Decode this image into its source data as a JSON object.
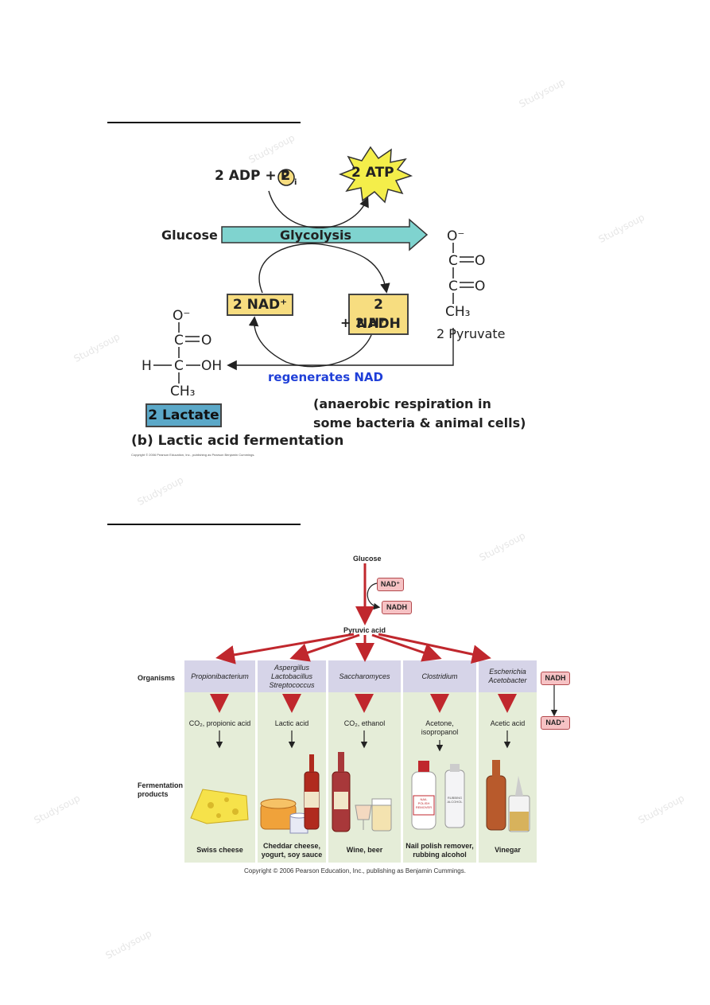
{
  "top_figure": {
    "adp_label": "2 ADP + 2",
    "pi_symbol": "P",
    "pi_sub": "i",
    "atp_label": "2 ATP",
    "glucose_label": "Glucose",
    "glycolysis_label": "Glycolysis",
    "nad_plus_label": "2 NAD⁺",
    "nadh_label": "2 NADH",
    "h_plus_label": "+ 2 H⁺",
    "pyruvate": {
      "o_minus": "O⁻",
      "c1": "C",
      "o1": "O",
      "c2": "C",
      "o2": "O",
      "ch3": "CH₃",
      "name": "2 Pyruvate"
    },
    "lactate": {
      "o_minus": "O⁻",
      "c1": "C",
      "o1": "O",
      "h": "H",
      "c2": "C",
      "oh": "OH",
      "ch3": "CH₃",
      "name": "2 Lactate"
    },
    "regenerates_label": "regenerates NAD",
    "note_line1": "(anaerobic respiration in",
    "note_line2": "some bacteria & animal cells)",
    "caption": "(b) Lactic acid fermentation",
    "copyright": "Copyright © 2006 Pearson Education, Inc., publishing as Pearson Benjamin Cummings."
  },
  "bottom_figure": {
    "glucose_label": "Glucose",
    "nad_plus": "NAD⁺",
    "nadh": "NADH",
    "pyruvic_label": "Pyruvic acid",
    "organisms_label": "Organisms",
    "fermentation_label_1": "Fermentation",
    "fermentation_label_2": "products",
    "columns": [
      {
        "organism": "Propionibacterium",
        "product": "CO₂, propionic acid",
        "food": "Swiss cheese"
      },
      {
        "organism": "Aspergillus\nLactobacillus\nStreptococcus",
        "product": "Lactic acid",
        "food": "Cheddar cheese,\nyogurt, soy sauce"
      },
      {
        "organism": "Saccharomyces",
        "product": "CO₂, ethanol",
        "food": "Wine, beer"
      },
      {
        "organism": "Clostridium",
        "product": "Acetone,\nisopropanol",
        "food": "Nail polish remover,\nrubbing alcohol"
      },
      {
        "organism": "Escherichia\nAcetobacter",
        "product": "Acetic acid",
        "food": "Vinegar"
      }
    ],
    "side_nadh": "NADH",
    "side_nad_plus": "NAD⁺",
    "bottle_label_nail": "NAIL\nPOLISH\nREMOVER",
    "bottle_label_rubbing": "RUBBING\nALCOHOL",
    "copyright": "Copyright © 2006 Pearson Education, Inc., publishing as Benjamin Cummings."
  },
  "colors": {
    "arrow_red": "#c0272d",
    "glycolysis_arrow": "#7fd3cf",
    "atp_star": "#f4ee4a",
    "box_yellow": "#f7dd80",
    "lactate_blue": "#5ba8c8",
    "regenerates_blue": "#1f3fd8"
  }
}
